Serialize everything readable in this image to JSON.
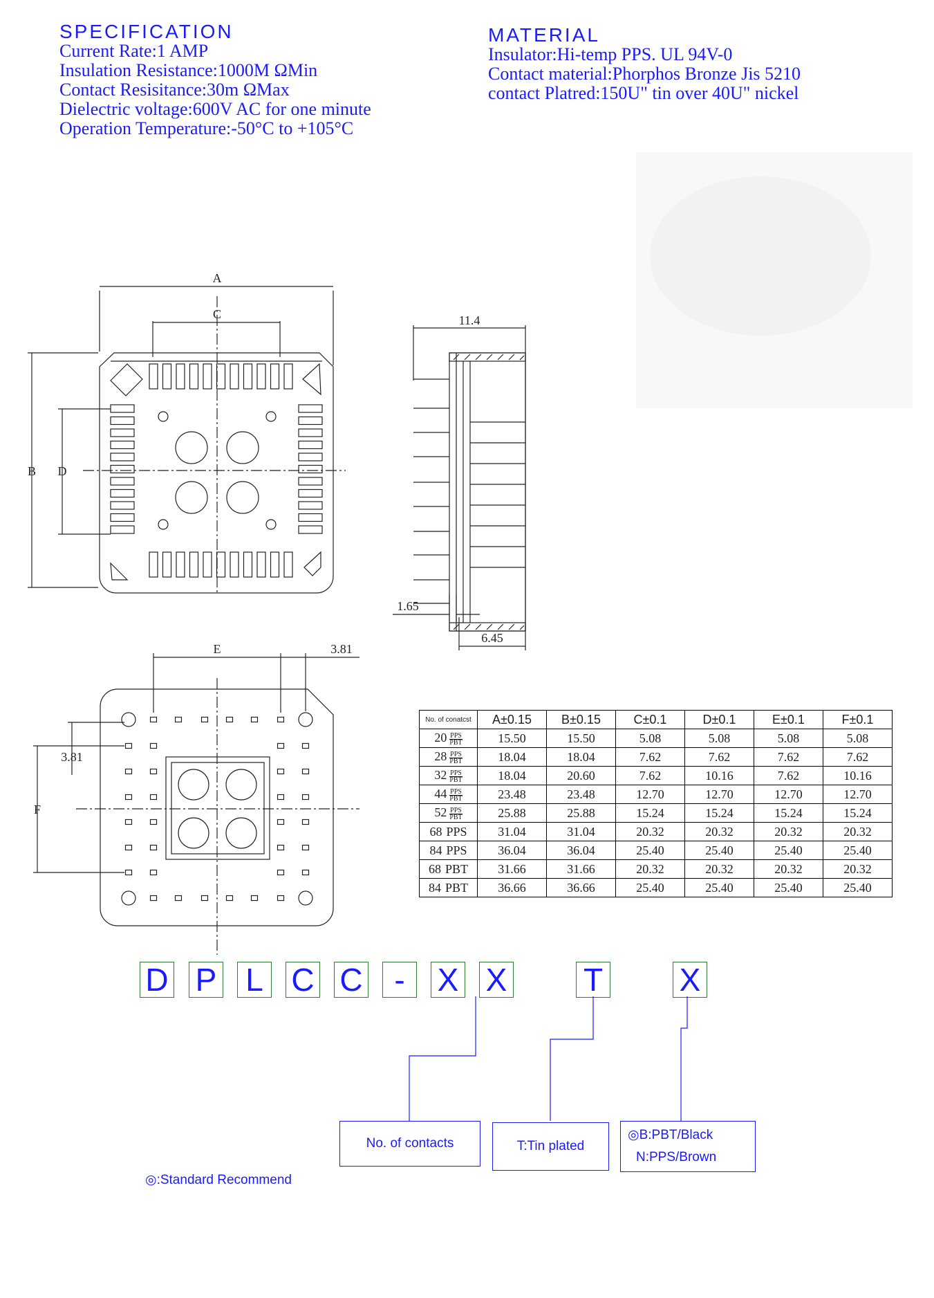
{
  "specification": {
    "heading": "SPECIFICATION",
    "lines": [
      "Current Rate:1 AMP",
      "Insulation Resistance:1000M ΩMin",
      "Contact Resisitance:30m ΩMax",
      "Dielectric voltage:600V AC for one minute",
      "Operation Temperature:-50°C to +105°C"
    ]
  },
  "material": {
    "heading": "MATERIAL",
    "lines": [
      "Insulator:Hi-temp PPS. UL 94V-0",
      "Contact material:Phorphos Bronze Jis 5210",
      "contact Platred:150U\" tin over 40U\" nickel"
    ]
  },
  "top_view": {
    "A": "A",
    "B": "B",
    "C": "C",
    "D": "D"
  },
  "side_view": {
    "width": "11.4",
    "offset": "1.65",
    "depth": "6.45"
  },
  "bottom_view": {
    "E": "E",
    "F": "F",
    "pitch_h": "3.81",
    "pitch_v": "3.81"
  },
  "table": {
    "headers": [
      "No. of conatcst",
      "A±0.15",
      "B±0.15",
      "C±0.1",
      "D±0.1",
      "E±0.1",
      "F±0.1"
    ],
    "rows": [
      {
        "n": "20",
        "mat_top": "PPS",
        "mat_bot": "PBT",
        "mat": "",
        "vals": [
          "15.50",
          "15.50",
          "5.08",
          "5.08",
          "5.08",
          "5.08"
        ]
      },
      {
        "n": "28",
        "mat_top": "PPS",
        "mat_bot": "PBT",
        "mat": "",
        "vals": [
          "18.04",
          "18.04",
          "7.62",
          "7.62",
          "7.62",
          "7.62"
        ]
      },
      {
        "n": "32",
        "mat_top": "PPS",
        "mat_bot": "PBT",
        "mat": "",
        "vals": [
          "18.04",
          "20.60",
          "7.62",
          "10.16",
          "7.62",
          "10.16"
        ]
      },
      {
        "n": "44",
        "mat_top": "PPS",
        "mat_bot": "PBT",
        "mat": "",
        "vals": [
          "23.48",
          "23.48",
          "12.70",
          "12.70",
          "12.70",
          "12.70"
        ]
      },
      {
        "n": "52",
        "mat_top": "PPS",
        "mat_bot": "PBT",
        "mat": "",
        "vals": [
          "25.88",
          "25.88",
          "15.24",
          "15.24",
          "15.24",
          "15.24"
        ]
      },
      {
        "n": "68",
        "mat_top": "",
        "mat_bot": "",
        "mat": "PPS",
        "vals": [
          "31.04",
          "31.04",
          "20.32",
          "20.32",
          "20.32",
          "20.32"
        ]
      },
      {
        "n": "84",
        "mat_top": "",
        "mat_bot": "",
        "mat": "PPS",
        "vals": [
          "36.04",
          "36.04",
          "25.40",
          "25.40",
          "25.40",
          "25.40"
        ]
      },
      {
        "n": "68",
        "mat_top": "",
        "mat_bot": "",
        "mat": "PBT",
        "vals": [
          "31.66",
          "31.66",
          "20.32",
          "20.32",
          "20.32",
          "20.32"
        ]
      },
      {
        "n": "84",
        "mat_top": "",
        "mat_bot": "",
        "mat": "PBT",
        "vals": [
          "36.66",
          "36.66",
          "25.40",
          "25.40",
          "25.40",
          "25.40"
        ]
      }
    ]
  },
  "part_code": [
    "D",
    "P",
    "L",
    "C",
    "C",
    "-",
    "X",
    "X",
    "T",
    "X"
  ],
  "options": {
    "contacts": "No. of contacts",
    "plating": "T:Tin plated",
    "color_line1": "◎B:PBT/Black",
    "color_line2": "N:PPS/Brown"
  },
  "note": "◎:Standard Recommend"
}
